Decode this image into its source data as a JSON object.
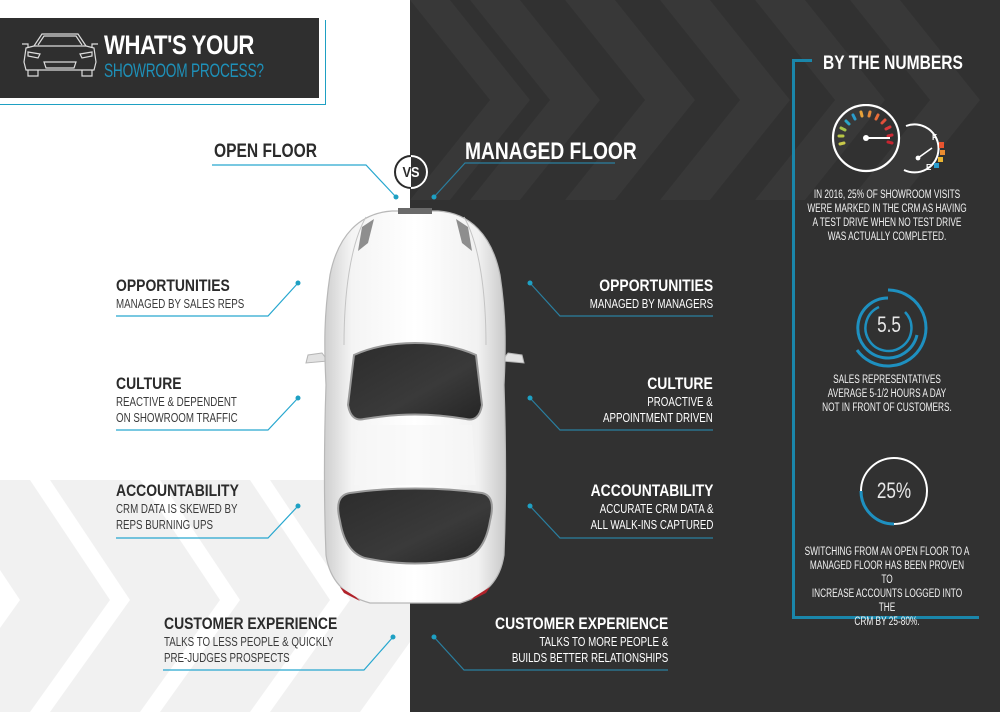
{
  "header": {
    "title_line1": "WHAT'S YOUR",
    "title_line2": "SHOWROOM PROCESS?",
    "icon": "car-front-outline-icon"
  },
  "comparison": {
    "vs_label": "VS",
    "left": {
      "heading": "OPEN FLOOR",
      "items": [
        {
          "title": "OPPORTUNITIES",
          "lines": [
            "MANAGED BY SALES REPS"
          ]
        },
        {
          "title": "CULTURE",
          "lines": [
            "REACTIVE & DEPENDENT",
            "ON SHOWROOM TRAFFIC"
          ]
        },
        {
          "title": "ACCOUNTABILITY",
          "lines": [
            "CRM DATA IS SKEWED BY",
            "REPS BURNING UPS"
          ]
        },
        {
          "title": "CUSTOMER EXPERIENCE",
          "lines": [
            "TALKS TO LESS PEOPLE & QUICKLY",
            "PRE-JUDGES PROSPECTS"
          ]
        }
      ]
    },
    "right": {
      "heading": "MANAGED FLOOR",
      "items": [
        {
          "title": "OPPORTUNITIES",
          "lines": [
            "MANAGED BY MANAGERS"
          ]
        },
        {
          "title": "CULTURE",
          "lines": [
            "PROACTIVE &",
            "APPOINTMENT DRIVEN"
          ]
        },
        {
          "title": "ACCOUNTABILITY",
          "lines": [
            "ACCURATE CRM DATA &",
            "ALL WALK-INS CAPTURED"
          ]
        },
        {
          "title": "CUSTOMER EXPERIENCE",
          "lines": [
            "TALKS TO MORE PEOPLE &",
            "BUILDS BETTER RELATIONSHIPS"
          ]
        }
      ]
    }
  },
  "by_the_numbers": {
    "title": "BY THE NUMBERS",
    "stats": [
      {
        "icon": "speedometer-fuel-gauge-icon",
        "lines": [
          "IN 2016, 25% OF SHOWROOM VISITS",
          "WERE MARKED IN THE CRM AS HAVING",
          "A TEST DRIVE WHEN NO TEST DRIVE",
          "WAS ACTUALLY COMPLETED."
        ]
      },
      {
        "icon": "concentric-rings-icon",
        "value": "5.5",
        "lines": [
          "SALES REPRESENTATIVES",
          "AVERAGE 5-1/2 HOURS A DAY",
          "NOT IN FRONT OF CUSTOMERS."
        ]
      },
      {
        "icon": "progress-ring-icon",
        "value": "25%",
        "lines": [
          "SWITCHING FROM AN OPEN FLOOR TO A",
          "MANAGED FLOOR HAS BEEN PROVEN TO",
          "INCREASE ACCOUNTS LOGGED INTO THE",
          "CRM BY 25-80%."
        ]
      }
    ]
  },
  "colors": {
    "accent": "#1ea0c3",
    "dark_bg": "#313131",
    "light_bg": "#ffffff",
    "text_dark": "#2b2b2b"
  }
}
